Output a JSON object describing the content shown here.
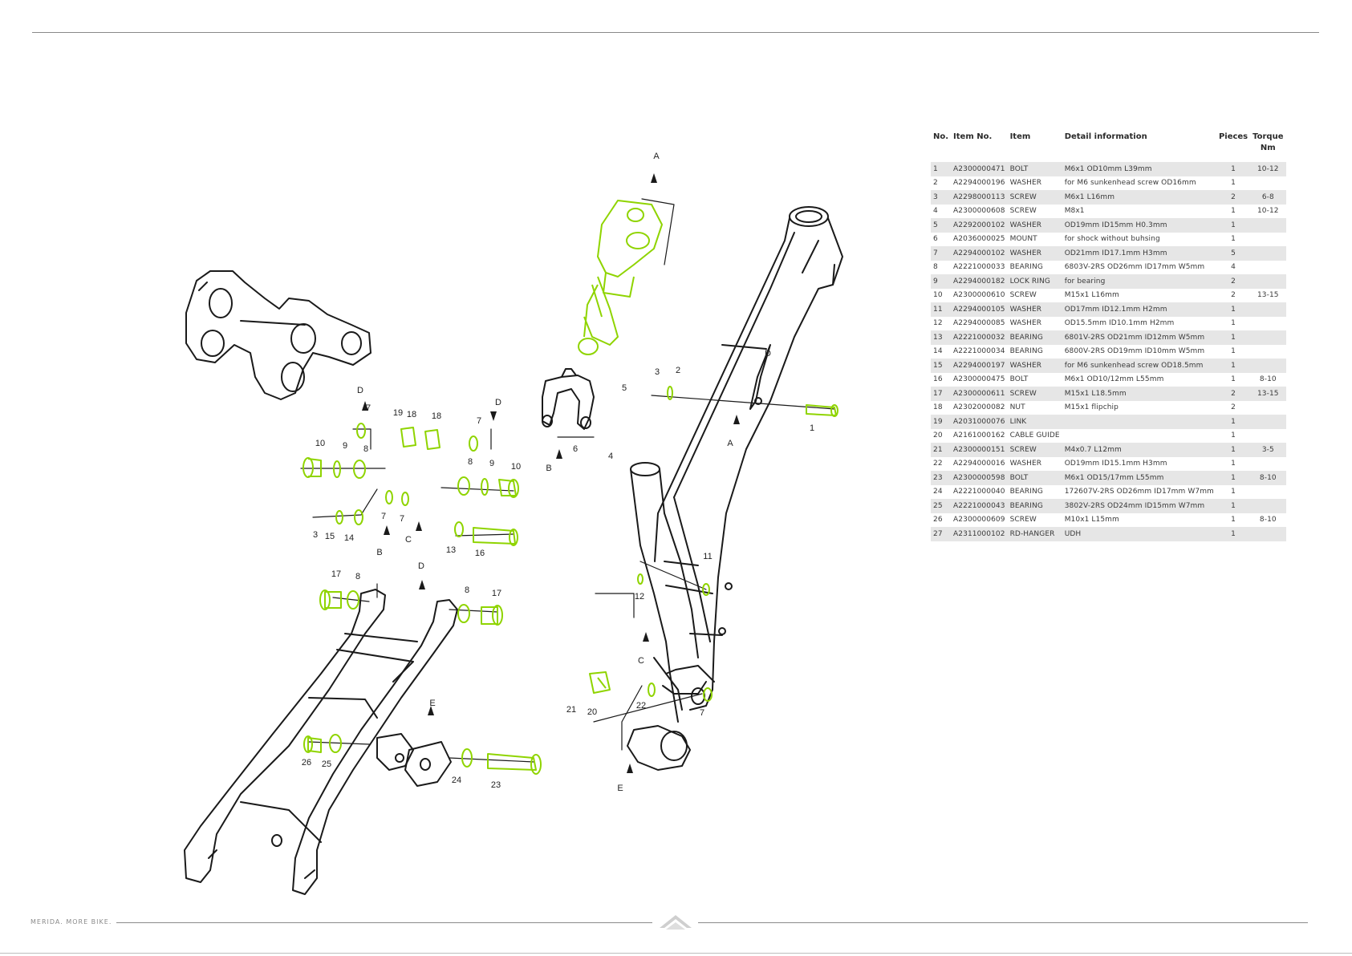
{
  "diagram": {
    "callouts": {
      "a_top": "A",
      "a_frame": "A",
      "b_rocker": "B",
      "b_shock": "B",
      "c_rocker": "C",
      "c_frame": "C",
      "d_left": "D",
      "d_right": "D",
      "d_stay": "D",
      "d_frame": "D",
      "e_stay": "E",
      "e_frame": "E",
      "n1": "1",
      "n2": "2",
      "n3a": "3",
      "n3b": "3",
      "n4": "4",
      "n5": "5",
      "n6": "6",
      "n7a": "7",
      "n7b": "7",
      "n7c": "7",
      "n7d": "7",
      "n7e": "7",
      "n8a": "8",
      "n8b": "8",
      "n8c": "8",
      "n8d": "8",
      "n9a": "9",
      "n9b": "9",
      "n10a": "10",
      "n10b": "10",
      "n11": "11",
      "n12": "12",
      "n13": "13",
      "n14": "14",
      "n15": "15",
      "n16": "16",
      "n17a": "17",
      "n17b": "17",
      "n18a": "18",
      "n18b": "18",
      "n19": "19",
      "n20": "20",
      "n21": "21",
      "n22": "22",
      "n23": "23",
      "n24": "24",
      "n25": "25",
      "n26": "26"
    },
    "colors": {
      "highlight": "#8fd400",
      "line": "#1a1a1a"
    }
  },
  "table": {
    "headers": {
      "no": "No.",
      "item_no": "Item No.",
      "item": "Item",
      "detail": "Detail information",
      "pieces": "Pieces",
      "torque_1": "Torque",
      "torque_2": "Nm"
    },
    "rows": [
      {
        "no": "1",
        "item_no": "A2300000471",
        "item": "BOLT",
        "detail": "M6x1 OD10mm L39mm",
        "pieces": "1",
        "torque": "10-12"
      },
      {
        "no": "2",
        "item_no": "A2294000196",
        "item": "WASHER",
        "detail": "for M6 sunkenhead screw OD16mm",
        "pieces": "1",
        "torque": ""
      },
      {
        "no": "3",
        "item_no": "A2298000113",
        "item": "SCREW",
        "detail": "M6x1 L16mm",
        "pieces": "2",
        "torque": "6-8"
      },
      {
        "no": "4",
        "item_no": "A2300000608",
        "item": "SCREW",
        "detail": "M8x1",
        "pieces": "1",
        "torque": "10-12"
      },
      {
        "no": "5",
        "item_no": "A2292000102",
        "item": "WASHER",
        "detail": "OD19mm ID15mm H0.3mm",
        "pieces": "1",
        "torque": ""
      },
      {
        "no": "6",
        "item_no": "A2036000025",
        "item": "MOUNT",
        "detail": "for shock without buhsing",
        "pieces": "1",
        "torque": ""
      },
      {
        "no": "7",
        "item_no": "A2294000102",
        "item": "WASHER",
        "detail": "OD21mm ID17.1mm H3mm",
        "pieces": "5",
        "torque": ""
      },
      {
        "no": "8",
        "item_no": "A2221000033",
        "item": "BEARING",
        "detail": "6803V-2RS OD26mm ID17mm W5mm",
        "pieces": "4",
        "torque": ""
      },
      {
        "no": "9",
        "item_no": "A2294000182",
        "item": "LOCK RING",
        "detail": "for bearing",
        "pieces": "2",
        "torque": ""
      },
      {
        "no": "10",
        "item_no": "A2300000610",
        "item": "SCREW",
        "detail": "M15x1 L16mm",
        "pieces": "2",
        "torque": "13-15"
      },
      {
        "no": "11",
        "item_no": "A2294000105",
        "item": "WASHER",
        "detail": "OD17mm ID12.1mm H2mm",
        "pieces": "1",
        "torque": ""
      },
      {
        "no": "12",
        "item_no": "A2294000085",
        "item": "WASHER",
        "detail": "OD15.5mm ID10.1mm H2mm",
        "pieces": "1",
        "torque": ""
      },
      {
        "no": "13",
        "item_no": "A2221000032",
        "item": "BEARING",
        "detail": "6801V-2RS OD21mm ID12mm W5mm",
        "pieces": "1",
        "torque": ""
      },
      {
        "no": "14",
        "item_no": "A2221000034",
        "item": "BEARING",
        "detail": "6800V-2RS OD19mm ID10mm W5mm",
        "pieces": "1",
        "torque": ""
      },
      {
        "no": "15",
        "item_no": "A2294000197",
        "item": "WASHER",
        "detail": "for M6 sunkenhead screw OD18.5mm",
        "pieces": "1",
        "torque": ""
      },
      {
        "no": "16",
        "item_no": "A2300000475",
        "item": "BOLT",
        "detail": "M6x1 OD10/12mm L55mm",
        "pieces": "1",
        "torque": "8-10"
      },
      {
        "no": "17",
        "item_no": "A2300000611",
        "item": "SCREW",
        "detail": "M15x1 L18.5mm",
        "pieces": "2",
        "torque": "13-15"
      },
      {
        "no": "18",
        "item_no": "A2302000082",
        "item": "NUT",
        "detail": "M15x1 flipchip",
        "pieces": "2",
        "torque": ""
      },
      {
        "no": "19",
        "item_no": "A2031000076",
        "item": "LINK",
        "detail": "",
        "pieces": "1",
        "torque": ""
      },
      {
        "no": "20",
        "item_no": "A2161000162",
        "item": "CABLE GUIDE",
        "detail": "",
        "pieces": "1",
        "torque": ""
      },
      {
        "no": "21",
        "item_no": "A2300000151",
        "item": "SCREW",
        "detail": "M4x0.7 L12mm",
        "pieces": "1",
        "torque": "3-5"
      },
      {
        "no": "22",
        "item_no": "A2294000016",
        "item": "WASHER",
        "detail": "OD19mm ID15.1mm H3mm",
        "pieces": "1",
        "torque": ""
      },
      {
        "no": "23",
        "item_no": "A2300000598",
        "item": "BOLT",
        "detail": "M6x1 OD15/17mm L55mm",
        "pieces": "1",
        "torque": "8-10"
      },
      {
        "no": "24",
        "item_no": "A2221000040",
        "item": "BEARING",
        "detail": "172607V-2RS OD26mm ID17mm W7mm",
        "pieces": "1",
        "torque": ""
      },
      {
        "no": "25",
        "item_no": "A2221000043",
        "item": "BEARING",
        "detail": "3802V-2RS OD24mm ID15mm W7mm",
        "pieces": "1",
        "torque": ""
      },
      {
        "no": "26",
        "item_no": "A2300000609",
        "item": "SCREW",
        "detail": "M10x1 L15mm",
        "pieces": "1",
        "torque": "8-10"
      },
      {
        "no": "27",
        "item_no": "A2311000102",
        "item": "RD-HANGER",
        "detail": "UDH",
        "pieces": "1",
        "torque": ""
      }
    ]
  },
  "footer": {
    "brand": "MERIDA. MORE BIKE."
  }
}
